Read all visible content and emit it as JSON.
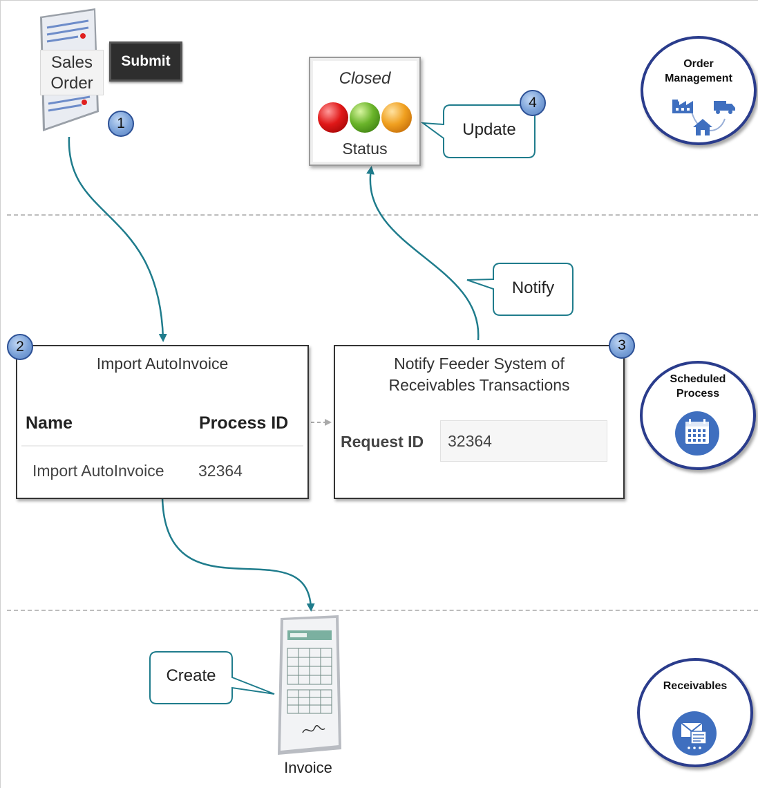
{
  "sales_order": {
    "label_line1": "Sales",
    "label_line2": "Order",
    "submit_label": "Submit"
  },
  "steps": [
    "1",
    "2",
    "3",
    "4"
  ],
  "status_widget": {
    "state": "Closed",
    "label": "Status"
  },
  "callouts": {
    "update": "Update",
    "notify": "Notify",
    "create": "Create"
  },
  "apps": {
    "order_management": {
      "line1": "Order",
      "line2": "Management",
      "icon": "factory-truck-home-icon"
    },
    "scheduled_process": {
      "line1": "Scheduled",
      "line2": "Process",
      "icon": "calendar-icon"
    },
    "receivables": {
      "line1": "Receivables",
      "icon": "envelope-invoice-icon"
    }
  },
  "import_box": {
    "title": "Import AutoInvoice",
    "columns": [
      "Name",
      "Process ID"
    ],
    "rows": [
      {
        "name": "Import AutoInvoice",
        "process_id": "32364"
      }
    ]
  },
  "notify_box": {
    "title_line1": "Notify Feeder System of",
    "title_line2": "Receivables Transactions",
    "request_label": "Request ID",
    "request_value": "32364"
  },
  "invoice": {
    "label": "Invoice"
  },
  "colors": {
    "connector": "#1f7c8c",
    "badge": "#7aa1d8",
    "app_ring": "#2a3c8c",
    "app_icon": "#3f6fbf"
  }
}
